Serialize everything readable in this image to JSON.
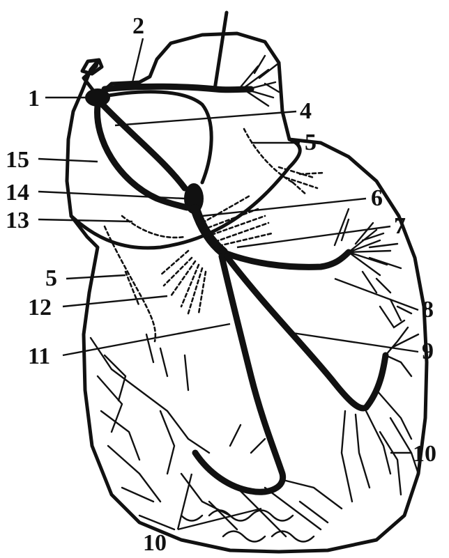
{
  "labels": {
    "l1": "1",
    "l2": "2",
    "l4": "4",
    "l5a": "5",
    "l15": "15",
    "l14": "14",
    "l6": "6",
    "l13": "13",
    "l7": "7",
    "l5b": "5",
    "l12": "12",
    "l8": "8",
    "l11": "11",
    "l9": "9",
    "l10a": "10",
    "l10b": "10"
  },
  "colors": {
    "ink": "#111111",
    "background": "#ffffff"
  }
}
